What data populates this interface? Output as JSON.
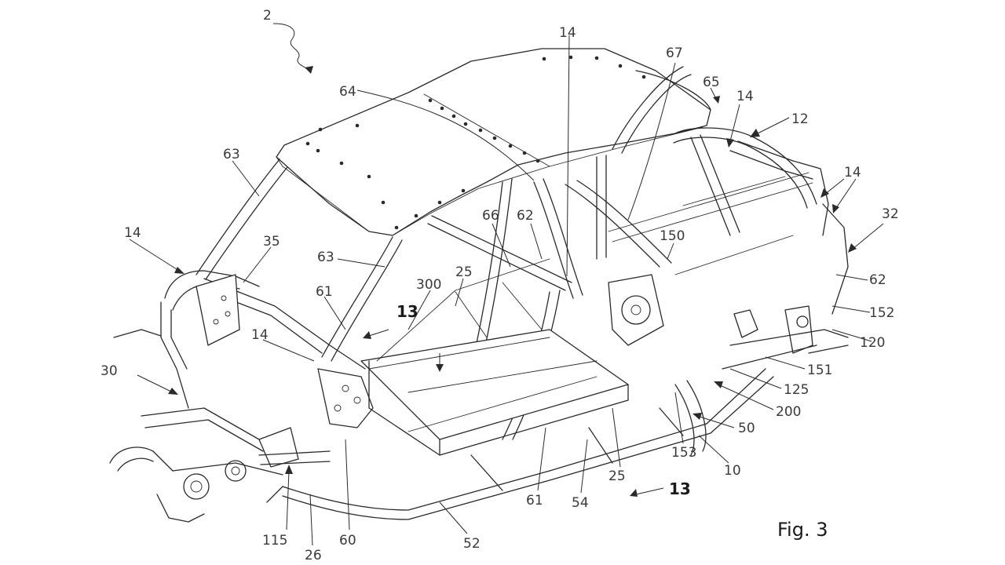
{
  "figure": {
    "label": "Fig. 3"
  },
  "reference_numerals": [
    {
      "id": "n2",
      "text": "2"
    },
    {
      "id": "n14a",
      "text": "14"
    },
    {
      "id": "n67",
      "text": "67"
    },
    {
      "id": "n65",
      "text": "65"
    },
    {
      "id": "n64",
      "text": "64"
    },
    {
      "id": "n14b",
      "text": "14"
    },
    {
      "id": "n12",
      "text": "12"
    },
    {
      "id": "n63a",
      "text": "63"
    },
    {
      "id": "n14c",
      "text": "14"
    },
    {
      "id": "n32",
      "text": "32"
    },
    {
      "id": "n66",
      "text": "66"
    },
    {
      "id": "n62a",
      "text": "62"
    },
    {
      "id": "n150",
      "text": "150"
    },
    {
      "id": "n14d",
      "text": "14"
    },
    {
      "id": "n35",
      "text": "35"
    },
    {
      "id": "n63b",
      "text": "63"
    },
    {
      "id": "n25a",
      "text": "25"
    },
    {
      "id": "n300",
      "text": "300"
    },
    {
      "id": "n62b",
      "text": "62"
    },
    {
      "id": "n61a",
      "text": "61"
    },
    {
      "id": "n152",
      "text": "152"
    },
    {
      "id": "n13a",
      "text": "13"
    },
    {
      "id": "n14e",
      "text": "14"
    },
    {
      "id": "n120",
      "text": "120"
    },
    {
      "id": "n30",
      "text": "30"
    },
    {
      "id": "n151",
      "text": "151"
    },
    {
      "id": "n125",
      "text": "125"
    },
    {
      "id": "n200",
      "text": "200"
    },
    {
      "id": "n50",
      "text": "50"
    },
    {
      "id": "n153",
      "text": "153"
    },
    {
      "id": "n10",
      "text": "10"
    },
    {
      "id": "n25b",
      "text": "25"
    },
    {
      "id": "n13b",
      "text": "13"
    },
    {
      "id": "n61b",
      "text": "61"
    },
    {
      "id": "n54",
      "text": "54"
    },
    {
      "id": "n115",
      "text": "115"
    },
    {
      "id": "n60",
      "text": "60"
    },
    {
      "id": "n52",
      "text": "52"
    },
    {
      "id": "n26",
      "text": "26"
    }
  ]
}
